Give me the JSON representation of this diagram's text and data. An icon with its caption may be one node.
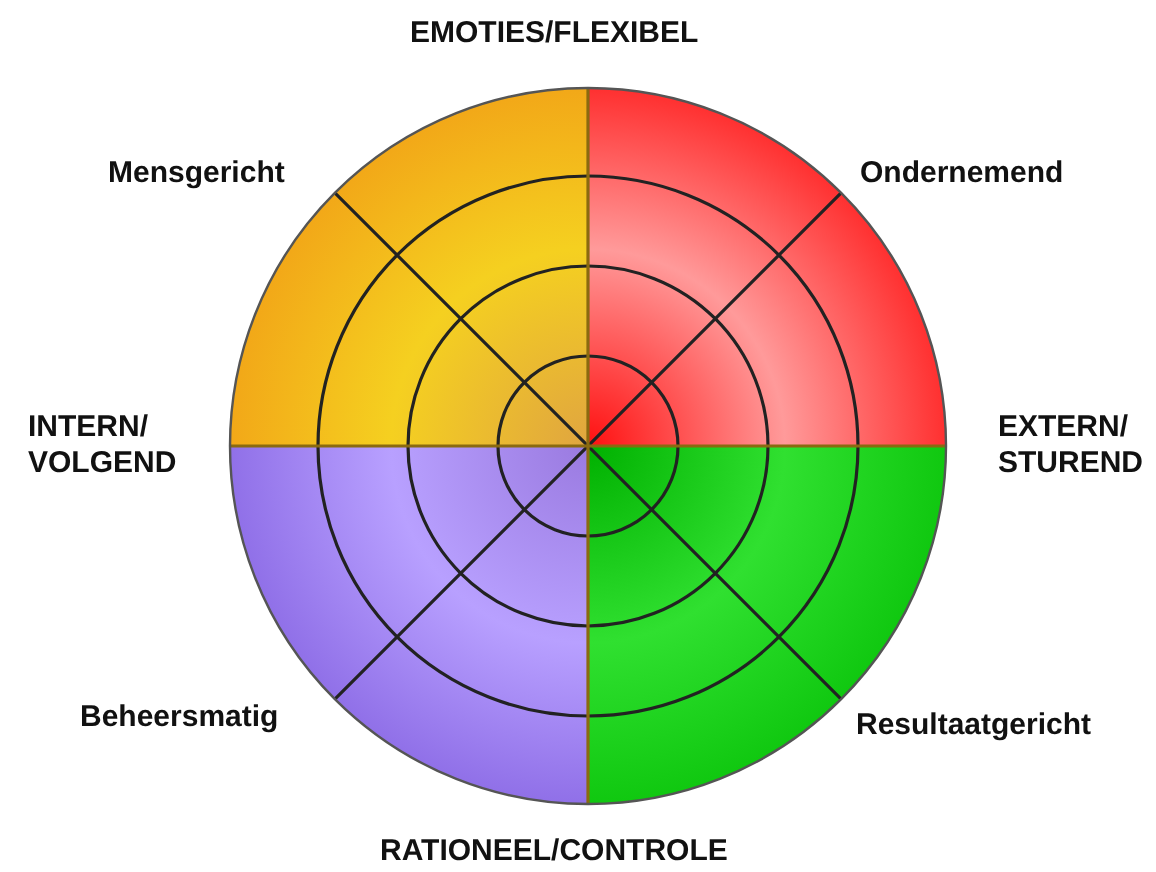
{
  "diagram": {
    "labels": [
      "EMOTIES/FLEXIBEL",
      "Mensgericht",
      "Ondernemend",
      "INTERN/ VOLGEND",
      "EXTERN/ STUREND",
      "Beheersmatig",
      "Resultaatgericht",
      "RATIONEEL/CONTROLE"
    ]
  }
}
